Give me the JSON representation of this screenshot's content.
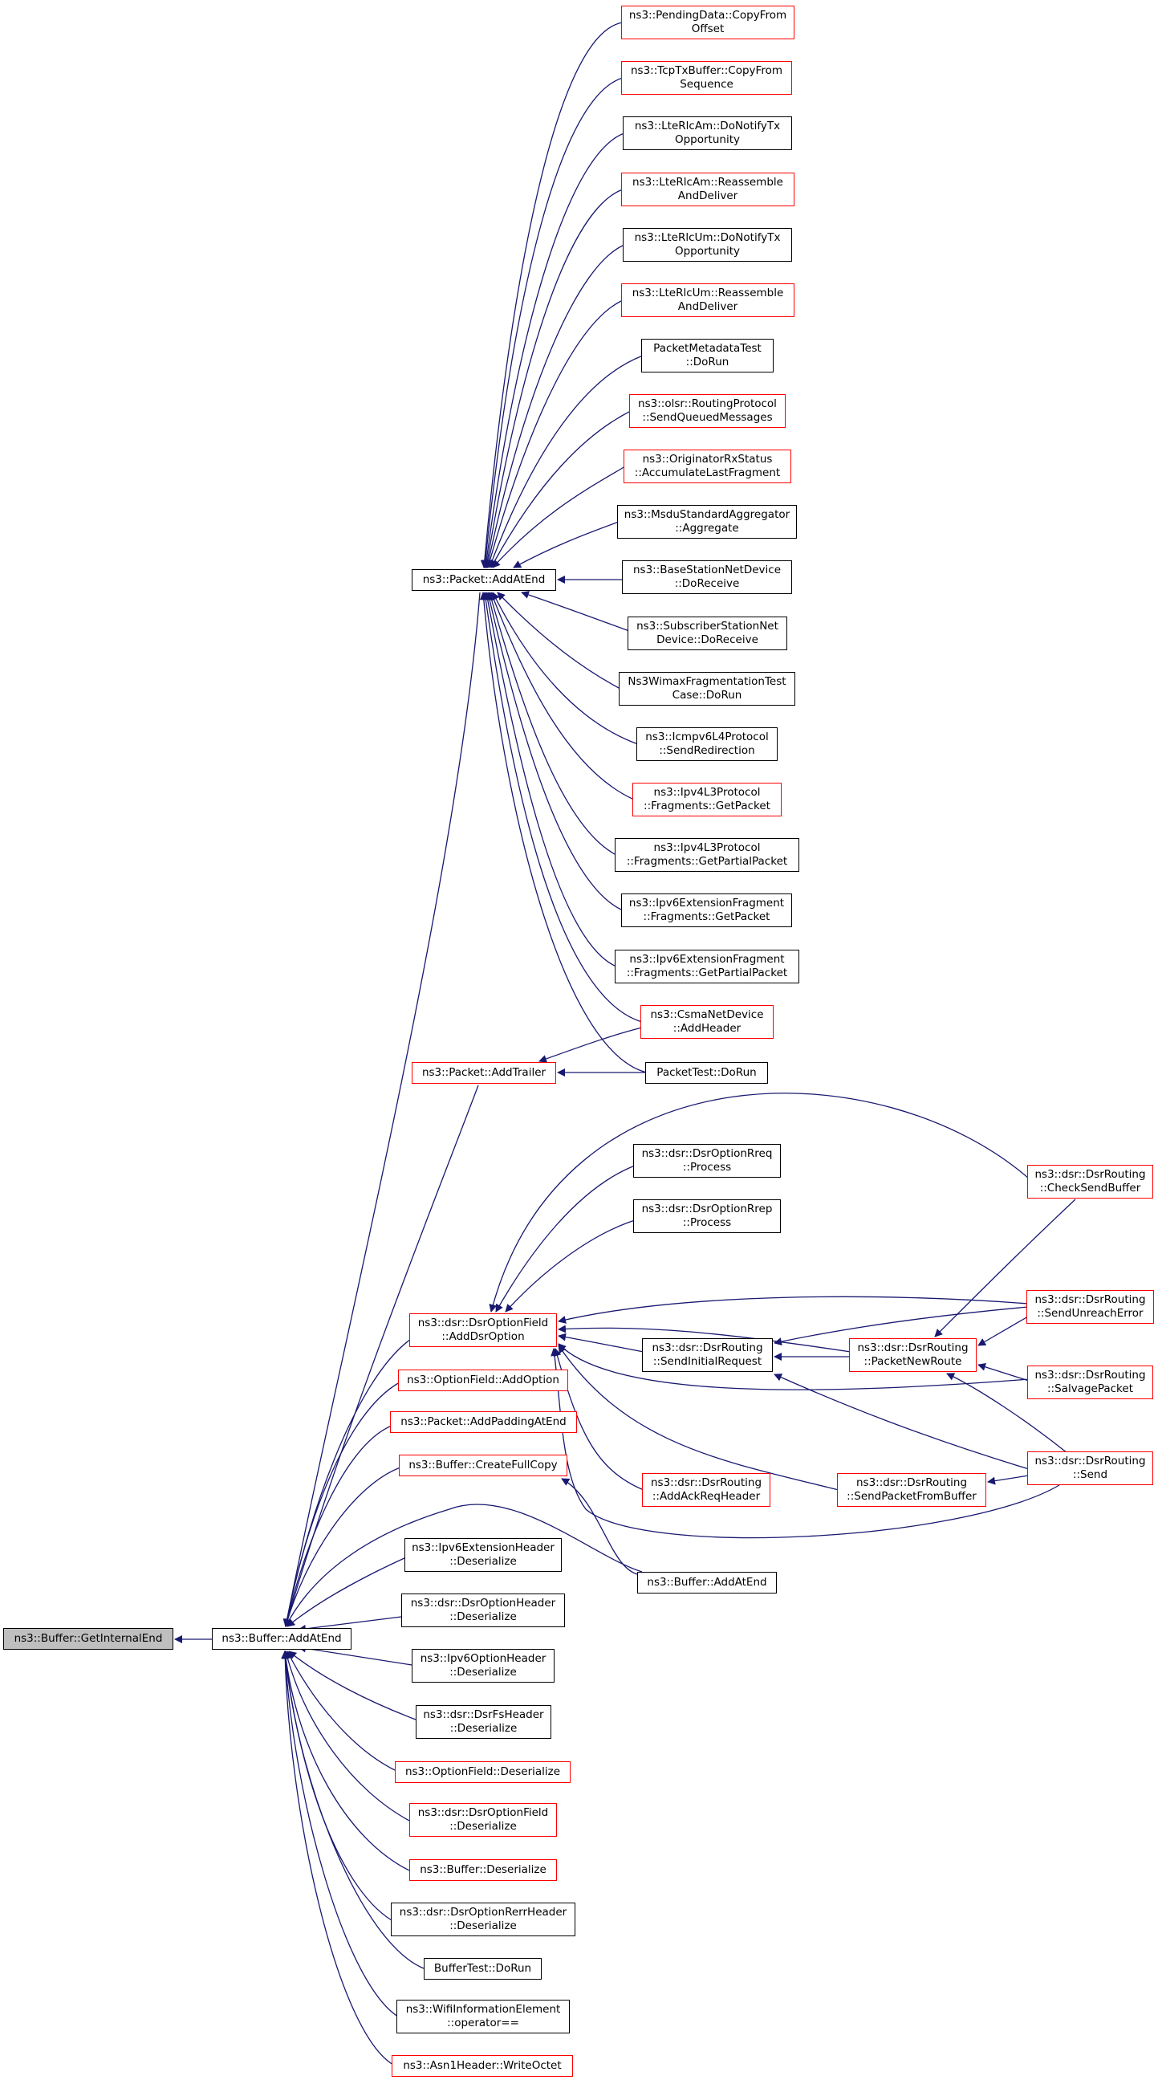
{
  "diagram": {
    "colors": {
      "edge": "#191970",
      "border_default": "#000000",
      "border_red": "#ff0000",
      "root_fill": "#bfbfbf"
    },
    "nodes": {
      "root": {
        "lines": [
          "ns3::Buffer::GetInternalEnd"
        ]
      },
      "b_add": {
        "lines": [
          "ns3::Buffer::AddAtEnd"
        ]
      },
      "p_add": {
        "lines": [
          "ns3::Packet::AddAtEnd"
        ]
      },
      "p_trailer": {
        "lines": [
          "ns3::Packet::AddTrailer"
        ]
      },
      "pending": {
        "lines": [
          "ns3::PendingData::CopyFrom",
          "Offset"
        ]
      },
      "tcptx": {
        "lines": [
          "ns3::TcpTxBuffer::CopyFrom",
          "Sequence"
        ]
      },
      "am_notify": {
        "lines": [
          "ns3::LteRlcAm::DoNotifyTx",
          "Opportunity"
        ]
      },
      "am_reasm": {
        "lines": [
          "ns3::LteRlcAm::Reassemble",
          "AndDeliver"
        ]
      },
      "um_notify": {
        "lines": [
          "ns3::LteRlcUm::DoNotifyTx",
          "Opportunity"
        ]
      },
      "um_reasm": {
        "lines": [
          "ns3::LteRlcUm::Reassemble",
          "AndDeliver"
        ]
      },
      "pmtest": {
        "lines": [
          "PacketMetadataTest",
          "::DoRun"
        ]
      },
      "olsr": {
        "lines": [
          "ns3::olsr::RoutingProtocol",
          "::SendQueuedMessages"
        ]
      },
      "orig": {
        "lines": [
          "ns3::OriginatorRxStatus",
          "::AccumulateLastFragment"
        ]
      },
      "msdu": {
        "lines": [
          "ns3::MsduStandardAggregator",
          "::Aggregate"
        ]
      },
      "bsnd": {
        "lines": [
          "ns3::BaseStationNetDevice",
          "::DoReceive"
        ]
      },
      "ssnd": {
        "lines": [
          "ns3::SubscriberStationNet",
          "Device::DoReceive"
        ]
      },
      "wimax": {
        "lines": [
          "Ns3WimaxFragmentationTest",
          "Case::DoRun"
        ]
      },
      "icmp": {
        "lines": [
          "ns3::Icmpv6L4Protocol",
          "::SendRedirection"
        ]
      },
      "ipv4_get": {
        "lines": [
          "ns3::Ipv4L3Protocol",
          "::Fragments::GetPacket"
        ]
      },
      "ipv4_partial": {
        "lines": [
          "ns3::Ipv4L3Protocol",
          "::Fragments::GetPartialPacket"
        ]
      },
      "ipv6_get": {
        "lines": [
          "ns3::Ipv6ExtensionFragment",
          "::Fragments::GetPacket"
        ]
      },
      "ipv6_partial": {
        "lines": [
          "ns3::Ipv6ExtensionFragment",
          "::Fragments::GetPartialPacket"
        ]
      },
      "csma": {
        "lines": [
          "ns3::CsmaNetDevice",
          "::AddHeader"
        ]
      },
      "ptest": {
        "lines": [
          "PacketTest::DoRun"
        ]
      },
      "rreq": {
        "lines": [
          "ns3::dsr::DsrOptionRreq",
          "::Process"
        ]
      },
      "rrep": {
        "lines": [
          "ns3::dsr::DsrOptionRrep",
          "::Process"
        ]
      },
      "adddsr": {
        "lines": [
          "ns3::dsr::DsrOptionField",
          "::AddDsrOption"
        ]
      },
      "optfield_add": {
        "lines": [
          "ns3::OptionField::AddOption"
        ]
      },
      "addpad": {
        "lines": [
          "ns3::Packet::AddPaddingAtEnd"
        ]
      },
      "fullcopy": {
        "lines": [
          "ns3::Buffer::CreateFullCopy"
        ]
      },
      "sendinit": {
        "lines": [
          "ns3::dsr::DsrRouting",
          "::SendInitialRequest"
        ]
      },
      "pnr": {
        "lines": [
          "ns3::dsr::DsrRouting",
          "::PacketNewRoute"
        ]
      },
      "csb": {
        "lines": [
          "ns3::dsr::DsrRouting",
          "::CheckSendBuffer"
        ]
      },
      "sue": {
        "lines": [
          "ns3::dsr::DsrRouting",
          "::SendUnreachError"
        ]
      },
      "salv": {
        "lines": [
          "ns3::dsr::DsrRouting",
          "::SalvagePacket"
        ]
      },
      "send": {
        "lines": [
          "ns3::dsr::DsrRouting",
          "::Send"
        ]
      },
      "ackreq": {
        "lines": [
          "ns3::dsr::DsrRouting",
          "::AddAckReqHeader"
        ]
      },
      "spfb": {
        "lines": [
          "ns3::dsr::DsrRouting",
          "::SendPacketFromBuffer"
        ]
      },
      "b_add2": {
        "lines": [
          "ns3::Buffer::AddAtEnd"
        ]
      },
      "ipv6ext_des": {
        "lines": [
          "ns3::Ipv6ExtensionHeader",
          "::Deserialize"
        ]
      },
      "dsropthdr_des": {
        "lines": [
          "ns3::dsr::DsrOptionHeader",
          "::Deserialize"
        ]
      },
      "ipv6opt_des": {
        "lines": [
          "ns3::Ipv6OptionHeader",
          "::Deserialize"
        ]
      },
      "dsrfs_des": {
        "lines": [
          "ns3::dsr::DsrFsHeader",
          "::Deserialize"
        ]
      },
      "optfield_des": {
        "lines": [
          "ns3::OptionField::Deserialize"
        ]
      },
      "dsroptfield_des": {
        "lines": [
          "ns3::dsr::DsrOptionField",
          "::Deserialize"
        ]
      },
      "buf_des": {
        "lines": [
          "ns3::Buffer::Deserialize"
        ]
      },
      "rerr_des": {
        "lines": [
          "ns3::dsr::DsrOptionRerrHeader",
          "::Deserialize"
        ]
      },
      "btest": {
        "lines": [
          "BufferTest::DoRun"
        ]
      },
      "wifi_eq": {
        "lines": [
          "ns3::WifiInformationElement",
          "::operator=="
        ]
      },
      "asn1": {
        "lines": [
          "ns3::Asn1Header::WriteOctet"
        ]
      }
    }
  }
}
